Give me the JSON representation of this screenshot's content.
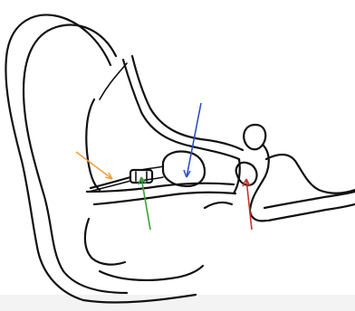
{
  "figure": {
    "background": "#ffffff",
    "line_color": "#111111",
    "arrows": [
      {
        "name": "orange-arrow",
        "color": "#f0a040"
      },
      {
        "name": "green-arrow",
        "color": "#3aa03a"
      },
      {
        "name": "blue-arrow",
        "color": "#3050c8"
      },
      {
        "name": "red-arrow",
        "color": "#d03030"
      }
    ]
  }
}
